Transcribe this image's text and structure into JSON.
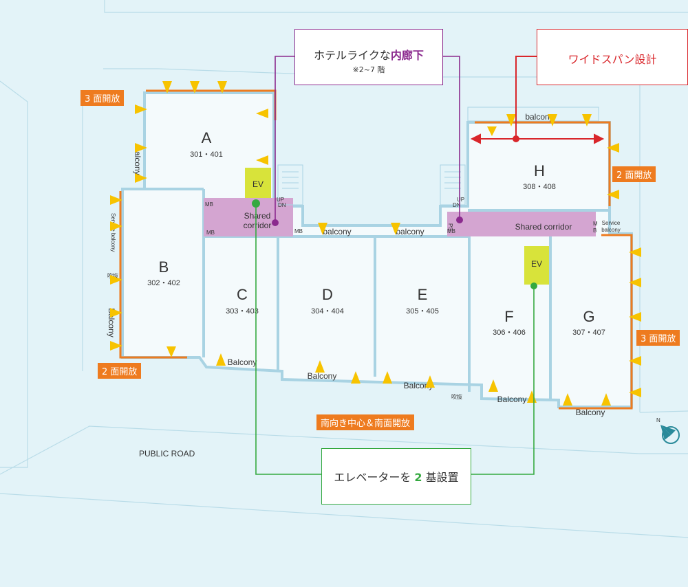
{
  "units": [
    {
      "letter": "A",
      "numbers": "301・401"
    },
    {
      "letter": "B",
      "numbers": "302・402"
    },
    {
      "letter": "C",
      "numbers": "303・403"
    },
    {
      "letter": "D",
      "numbers": "304・404"
    },
    {
      "letter": "E",
      "numbers": "305・405"
    },
    {
      "letter": "F",
      "numbers": "306・406"
    },
    {
      "letter": "G",
      "numbers": "307・407"
    },
    {
      "letter": "H",
      "numbers": "308・408"
    }
  ],
  "labels": {
    "balcony_lower": "balcony",
    "balcony_cap": "Balcony",
    "service_balcony": "Service balcony",
    "service": "Service",
    "balcony_small": "balcony",
    "shared_corridor_1": "Shared",
    "shared_corridor_2": "corridor",
    "shared_corridor": "Shared corridor",
    "ev": "EV",
    "mb": "MB",
    "m": "M",
    "b": "B",
    "up": "UP",
    "dn": "DN",
    "ps": "PS",
    "fukinuke": "吹抜",
    "public_road": "PUBLIC ROAD",
    "north": "N"
  },
  "tags": {
    "three_open_a": "3 面開放",
    "two_open_b": "2 面開放",
    "two_open_h": "2 面開放",
    "three_open_g": "3 面開放",
    "south": "南向き中心＆南面開放"
  },
  "callouts": {
    "hotel_prefix": "ホテルライクな",
    "hotel_highlight": "内廊下",
    "hotel_note": "※2~7 階",
    "wide_span": "ワイドスパン設計",
    "ev_prefix": "エレベーターを ",
    "ev_highlight": "2",
    "ev_suffix": " 基設置"
  },
  "colors": {
    "background": "#e3f3f8",
    "wall": "#a9d3e3",
    "corridor": "#d4a5d1",
    "ev": "#d8e33a",
    "orange": "#ee7b1f",
    "arrow": "#f7c300",
    "purple": "#8b2a8e",
    "red": "#d9262b",
    "green": "#35a940"
  }
}
